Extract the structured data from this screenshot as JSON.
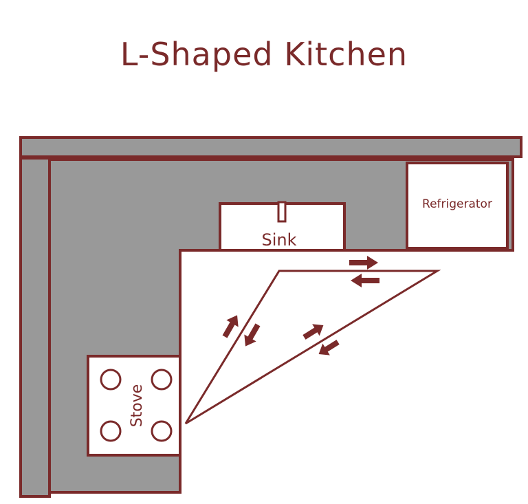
{
  "title": "L-Shaped Kitchen",
  "colors": {
    "stroke": "#7a2a2a",
    "counter": "#999999",
    "appliance_fill": "#ffffff",
    "background": "#ffffff"
  },
  "appliances": {
    "refrigerator": {
      "label": "Refrigerator"
    },
    "sink": {
      "label": "Sink"
    },
    "stove": {
      "label": "Stove",
      "burners": 4
    }
  },
  "work_triangle": {
    "vertices": [
      "Sink",
      "Refrigerator",
      "Stove"
    ],
    "arrows": [
      {
        "edge": "sink-refrigerator",
        "direction": "bidirectional"
      },
      {
        "edge": "sink-stove",
        "direction": "bidirectional"
      },
      {
        "edge": "refrigerator-stove",
        "direction": "bidirectional"
      }
    ]
  }
}
